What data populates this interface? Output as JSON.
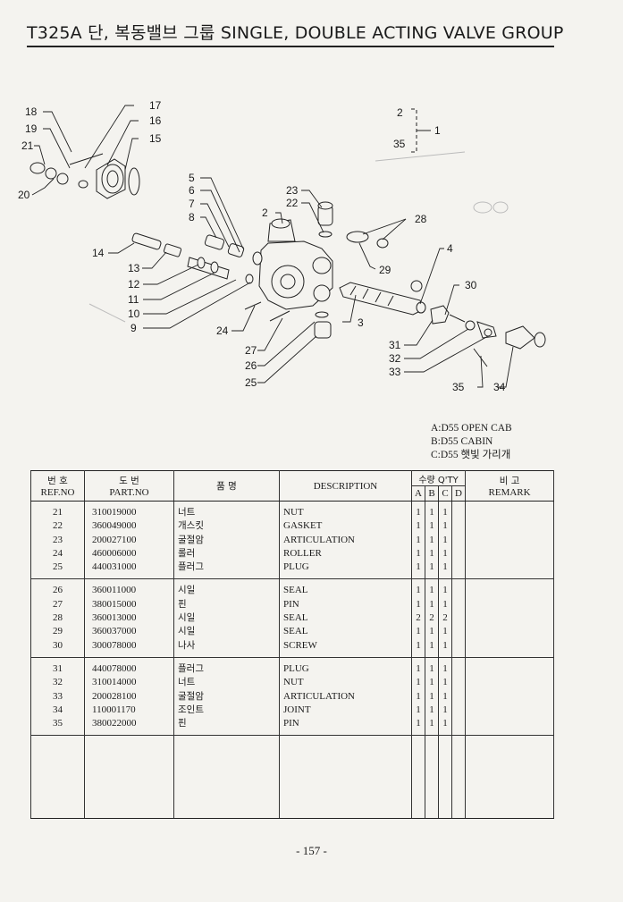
{
  "header": {
    "title": "T325A 단, 복동밸브 그룹 SINGLE, DOUBLE ACTING VALVE GROUP"
  },
  "diagram": {
    "callouts": [
      "18",
      "17",
      "16",
      "15",
      "19",
      "21",
      "20",
      "5",
      "6",
      "7",
      "8",
      "14",
      "13",
      "12",
      "11",
      "10",
      "9",
      "23",
      "22",
      "2",
      "24",
      "27",
      "26",
      "25",
      "3",
      "28",
      "29",
      "4",
      "30",
      "31",
      "32",
      "33",
      "35",
      "34",
      "2",
      "35",
      "1"
    ]
  },
  "notes": [
    "A:D55 OPEN CAB",
    "B:D55 CABIN",
    "C:D55 햇빛 가리개"
  ],
  "table": {
    "headers": {
      "ref_ko": "번 호",
      "ref_en": "REF.NO",
      "part_ko": "도 번",
      "part_en": "PART.NO",
      "kor_name": "품 명",
      "desc": "DESCRIPTION",
      "qty": "수량 Q'TY",
      "qty_a": "A",
      "qty_b": "B",
      "qty_c": "C",
      "qty_d": "D",
      "remark_ko": "비 고",
      "remark_en": "REMARK"
    },
    "groups": [
      [
        {
          "ref": "21",
          "part": "310019000",
          "kor": "너트",
          "desc": "NUT",
          "a": "1",
          "b": "1",
          "c": "1",
          "d": ""
        },
        {
          "ref": "22",
          "part": "360049000",
          "kor": "개스킷",
          "desc": "GASKET",
          "a": "1",
          "b": "1",
          "c": "1",
          "d": ""
        },
        {
          "ref": "23",
          "part": "200027100",
          "kor": "굴절암",
          "desc": "ARTICULATION",
          "a": "1",
          "b": "1",
          "c": "1",
          "d": ""
        },
        {
          "ref": "24",
          "part": "460006000",
          "kor": "롤러",
          "desc": "ROLLER",
          "a": "1",
          "b": "1",
          "c": "1",
          "d": ""
        },
        {
          "ref": "25",
          "part": "440031000",
          "kor": "플러그",
          "desc": "PLUG",
          "a": "1",
          "b": "1",
          "c": "1",
          "d": ""
        }
      ],
      [
        {
          "ref": "26",
          "part": "360011000",
          "kor": "시일",
          "desc": "SEAL",
          "a": "1",
          "b": "1",
          "c": "1",
          "d": ""
        },
        {
          "ref": "27",
          "part": "380015000",
          "kor": "핀",
          "desc": "PIN",
          "a": "1",
          "b": "1",
          "c": "1",
          "d": ""
        },
        {
          "ref": "28",
          "part": "360013000",
          "kor": "시일",
          "desc": "SEAL",
          "a": "2",
          "b": "2",
          "c": "2",
          "d": ""
        },
        {
          "ref": "29",
          "part": "360037000",
          "kor": "시일",
          "desc": "SEAL",
          "a": "1",
          "b": "1",
          "c": "1",
          "d": ""
        },
        {
          "ref": "30",
          "part": "300078000",
          "kor": "나사",
          "desc": "SCREW",
          "a": "1",
          "b": "1",
          "c": "1",
          "d": ""
        }
      ],
      [
        {
          "ref": "31",
          "part": "440078000",
          "kor": "플러그",
          "desc": "PLUG",
          "a": "1",
          "b": "1",
          "c": "1",
          "d": ""
        },
        {
          "ref": "32",
          "part": "310014000",
          "kor": "너트",
          "desc": "NUT",
          "a": "1",
          "b": "1",
          "c": "1",
          "d": ""
        },
        {
          "ref": "33",
          "part": "200028100",
          "kor": "굴절암",
          "desc": "ARTICULATION",
          "a": "1",
          "b": "1",
          "c": "1",
          "d": ""
        },
        {
          "ref": "34",
          "part": "110001170",
          "kor": "조인트",
          "desc": "JOINT",
          "a": "1",
          "b": "1",
          "c": "1",
          "d": ""
        },
        {
          "ref": "35",
          "part": "380022000",
          "kor": "핀",
          "desc": "PIN",
          "a": "1",
          "b": "1",
          "c": "1",
          "d": ""
        }
      ]
    ]
  },
  "footer": {
    "page": "- 157 -"
  }
}
